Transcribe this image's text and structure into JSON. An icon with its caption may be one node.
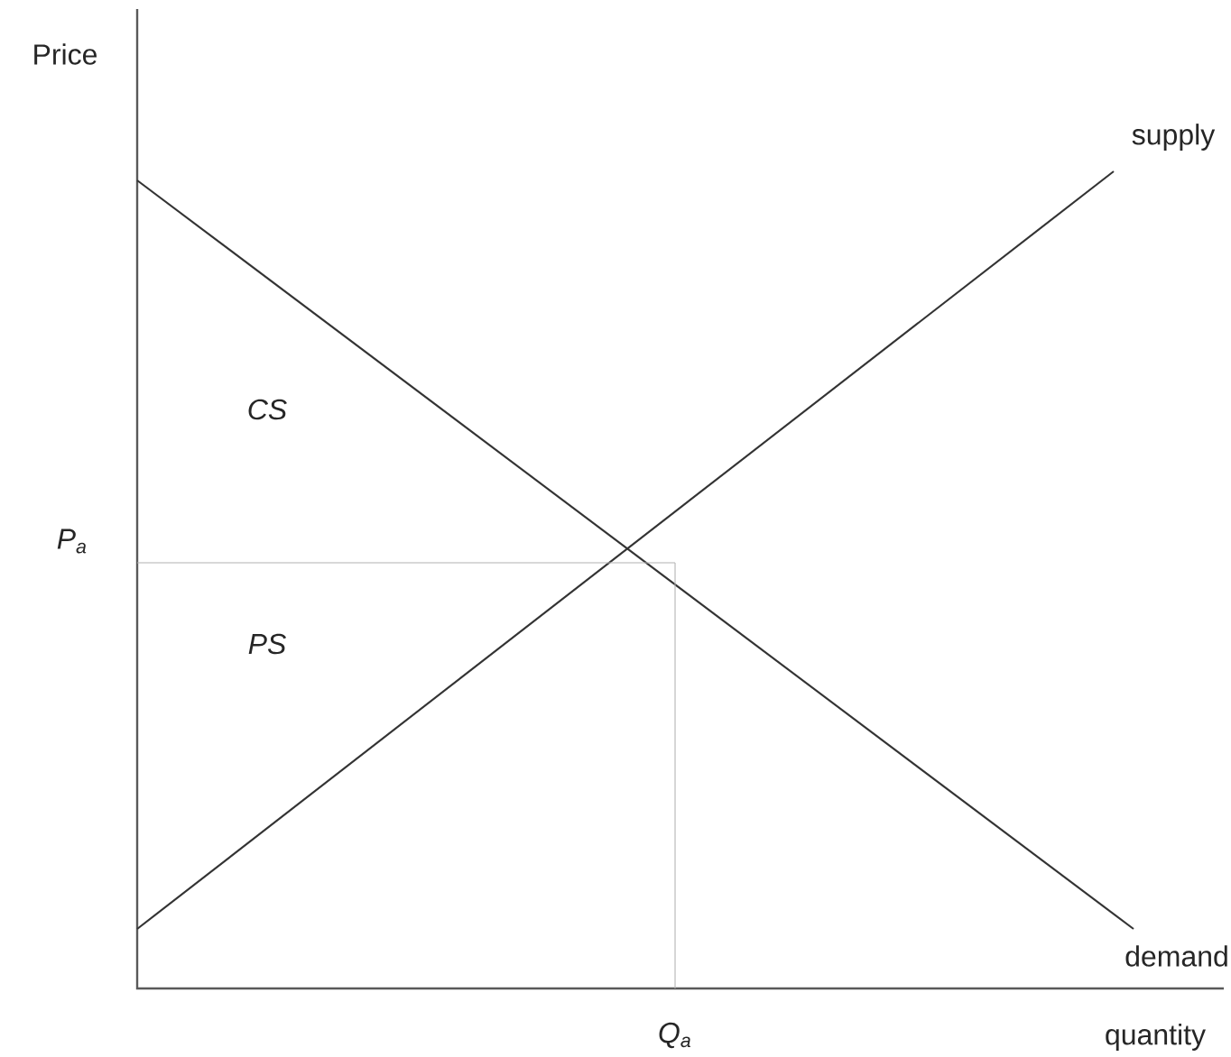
{
  "diagram": {
    "labels": [
      "Price",
      "supply",
      "CS",
      "P$_{a}$",
      "PS",
      "demand",
      "Q$_{a}$",
      "quantity"
    ]
  }
}
